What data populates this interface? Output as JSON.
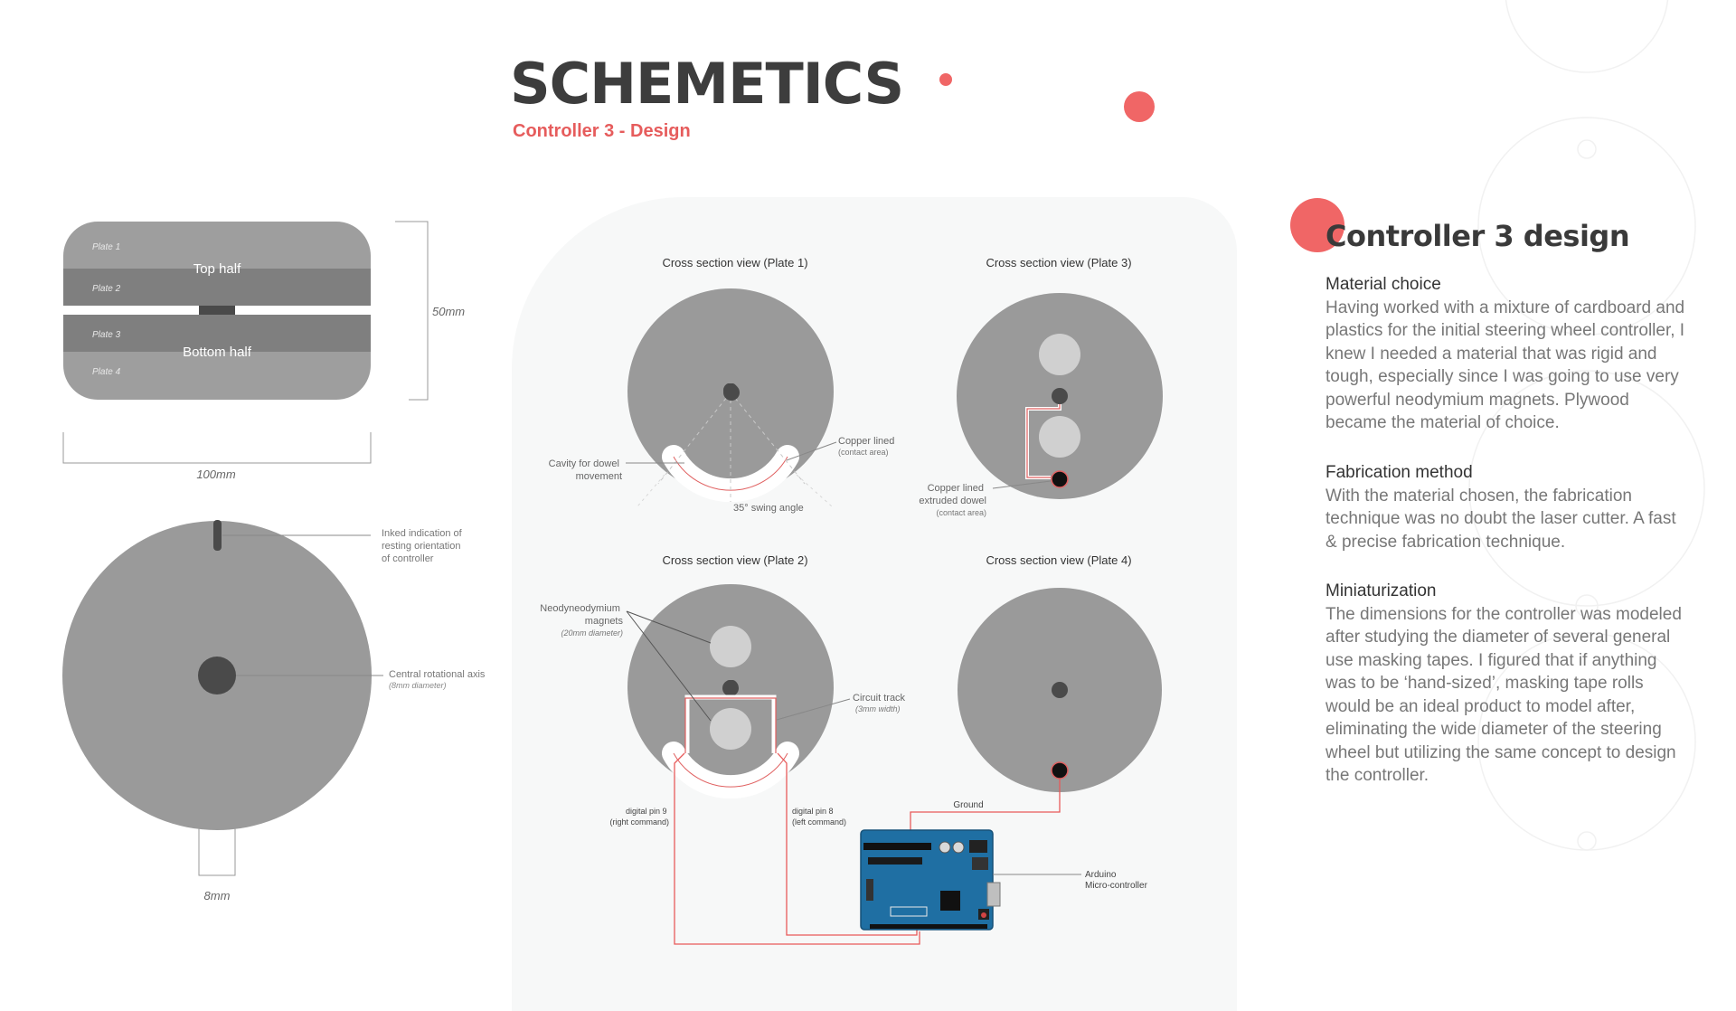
{
  "header": {
    "title": "SCHEMETICS",
    "subtitle": "Controller 3 - Design"
  },
  "colors": {
    "accent": "#f06666",
    "plate_gray": "#9a9a9a",
    "dark": "#4a4a4a",
    "wire": "#e85a5a"
  },
  "plate_stack": {
    "plates": [
      "Plate 1",
      "Plate 2",
      "Plate 3",
      "Plate 4"
    ],
    "top_label": "Top half",
    "bottom_label": "Bottom half",
    "height_label": "50mm",
    "width_label": "100mm"
  },
  "top_view": {
    "ink_label": [
      "Inked indication of",
      "resting orientation",
      "of controller"
    ],
    "axis_label": "Central rotational axis",
    "axis_note": "(8mm diameter)",
    "stem_label": "8mm"
  },
  "diagram": {
    "plate1": {
      "title": "Cross section view (Plate 1)",
      "cavity_label": [
        "Cavity for dowel",
        "movement"
      ],
      "copper_label": "Copper lined",
      "copper_note": "(contact area)",
      "swing_label": "35° swing angle"
    },
    "plate3": {
      "title": "Cross section view (Plate 3)",
      "dowel_label": [
        "Copper lined",
        "extruded dowel"
      ],
      "dowel_note": "(contact area)"
    },
    "plate2": {
      "title": "Cross section view (Plate 2)",
      "magnets_label": [
        "Neodyneodymium",
        "magnets"
      ],
      "magnets_note": "(20mm diameter)",
      "track_label": "Circuit track",
      "track_note": "(3mm width)",
      "pin9": [
        "digital pin 9",
        "(right command)"
      ],
      "pin8": [
        "digital pin 8",
        "(left command)"
      ]
    },
    "plate4": {
      "title": "Cross section view (Plate 4)"
    },
    "ground_label": "Ground",
    "arduino_label": [
      "Arduino",
      "Micro-controller"
    ]
  },
  "side": {
    "title": "Controller 3 design",
    "sections": [
      {
        "heading": "Material choice",
        "body": "Having worked with a mixture of cardboard and plastics for the initial steering wheel controller,  I knew I needed a material that was rigid and tough, especially since I was going to use very powerful neodymium magnets. Plywood became the material of choice."
      },
      {
        "heading": "Fabrication method",
        "body": "With the material chosen, the fabrication technique was no doubt the laser cutter. A fast & precise fabrication technique."
      },
      {
        "heading": "Miniaturization",
        "body": "The dimensions for the controller was modeled after studying the diameter of several general use masking tapes. I figured that if anything was to be ‘hand-sized’, masking tape rolls would be an ideal product to model after, eliminating the wide diameter of the steering wheel but utilizing the same concept to design the controller."
      }
    ]
  }
}
